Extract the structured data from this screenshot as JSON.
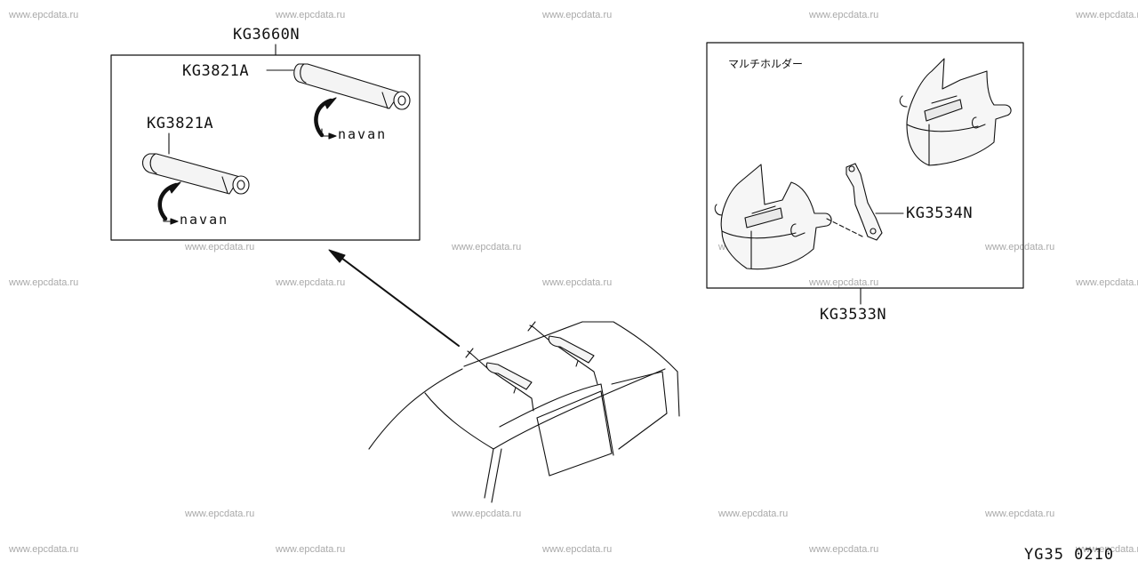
{
  "watermark": "www.epcdata.ru",
  "parts": {
    "kit": "KG3660N",
    "bar_upper": "KG3821A",
    "bar_lower": "KG3821A",
    "clip": "KG3534N",
    "holder": "KG3533N"
  },
  "holder_label_jp": "マルチホルダー",
  "brand_text": "navan",
  "diagram_code": "YG35 0210"
}
